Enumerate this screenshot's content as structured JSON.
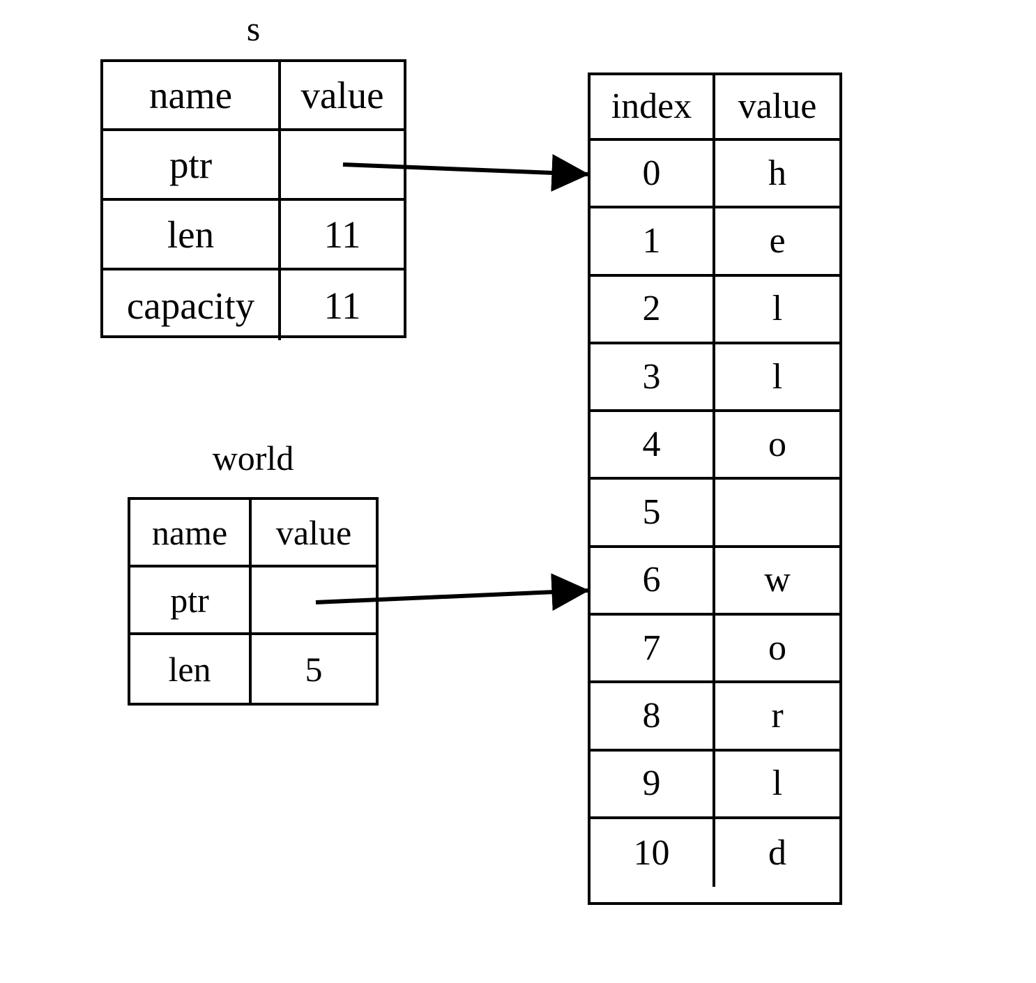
{
  "diagram": {
    "title_s": "s",
    "title_world": "world"
  },
  "s_table": {
    "label": "s",
    "headers": [
      "name",
      "value"
    ],
    "rows": [
      {
        "name": "ptr",
        "value": ""
      },
      {
        "name": "len",
        "value": "11"
      },
      {
        "name": "capacity",
        "value": "11"
      }
    ]
  },
  "world_table": {
    "label": "world",
    "headers": [
      "name",
      "value"
    ],
    "rows": [
      {
        "name": "ptr",
        "value": ""
      },
      {
        "name": "len",
        "value": "5"
      }
    ]
  },
  "buffer_table": {
    "headers": [
      "index",
      "value"
    ],
    "rows": [
      {
        "index": "0",
        "value": "h"
      },
      {
        "index": "1",
        "value": "e"
      },
      {
        "index": "2",
        "value": "l"
      },
      {
        "index": "3",
        "value": "l"
      },
      {
        "index": "4",
        "value": "o"
      },
      {
        "index": "5",
        "value": ""
      },
      {
        "index": "6",
        "value": "w"
      },
      {
        "index": "7",
        "value": "o"
      },
      {
        "index": "8",
        "value": "r"
      },
      {
        "index": "9",
        "value": "l"
      },
      {
        "index": "10",
        "value": "d"
      }
    ]
  },
  "arrows": [
    {
      "name": "s-ptr-arrow",
      "from": "s.ptr",
      "to": "buffer.index.0"
    },
    {
      "name": "world-ptr-arrow",
      "from": "world.ptr",
      "to": "buffer.index.6"
    }
  ],
  "colors": {
    "stroke": "#000000",
    "background": "#ffffff"
  }
}
